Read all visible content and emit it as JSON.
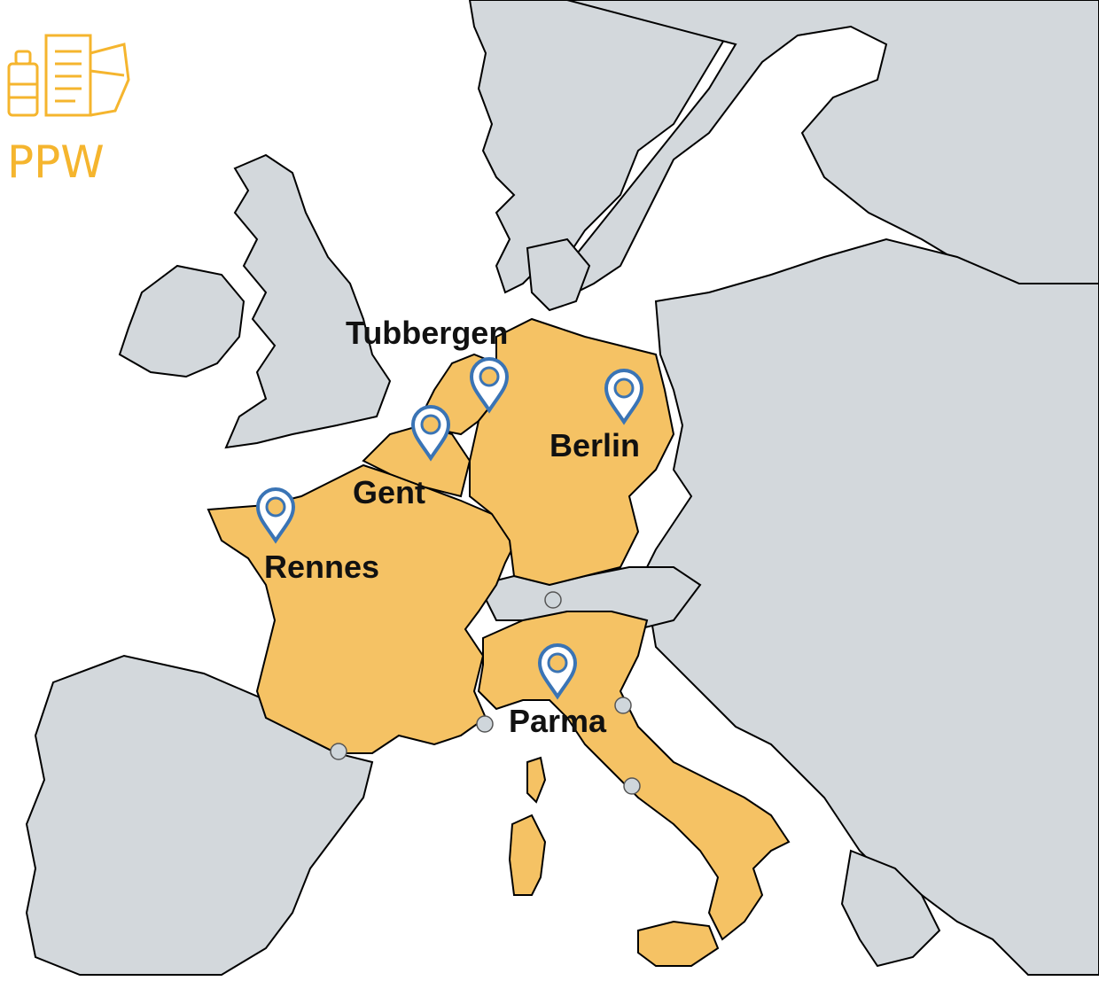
{
  "logo": {
    "text": "PPW",
    "color": "#F5B52E",
    "icon": "bottle-document-box-icon"
  },
  "colors": {
    "sea": "#FFFFFF",
    "land": "#D3D8DC",
    "highlight": "#F5C264",
    "border": "#000000",
    "pin": "#3A74B5",
    "pin_core": "#F5C264",
    "dot": "#CFD6DB"
  },
  "highlighted_countries": [
    "France",
    "Belgium",
    "Netherlands",
    "Germany",
    "Italy"
  ],
  "cities": [
    {
      "id": "tubbergen",
      "name": "Tubbergen"
    },
    {
      "id": "gent",
      "name": "Gent"
    },
    {
      "id": "berlin",
      "name": "Berlin"
    },
    {
      "id": "rennes",
      "name": "Rennes"
    },
    {
      "id": "parma",
      "name": "Parma"
    }
  ]
}
